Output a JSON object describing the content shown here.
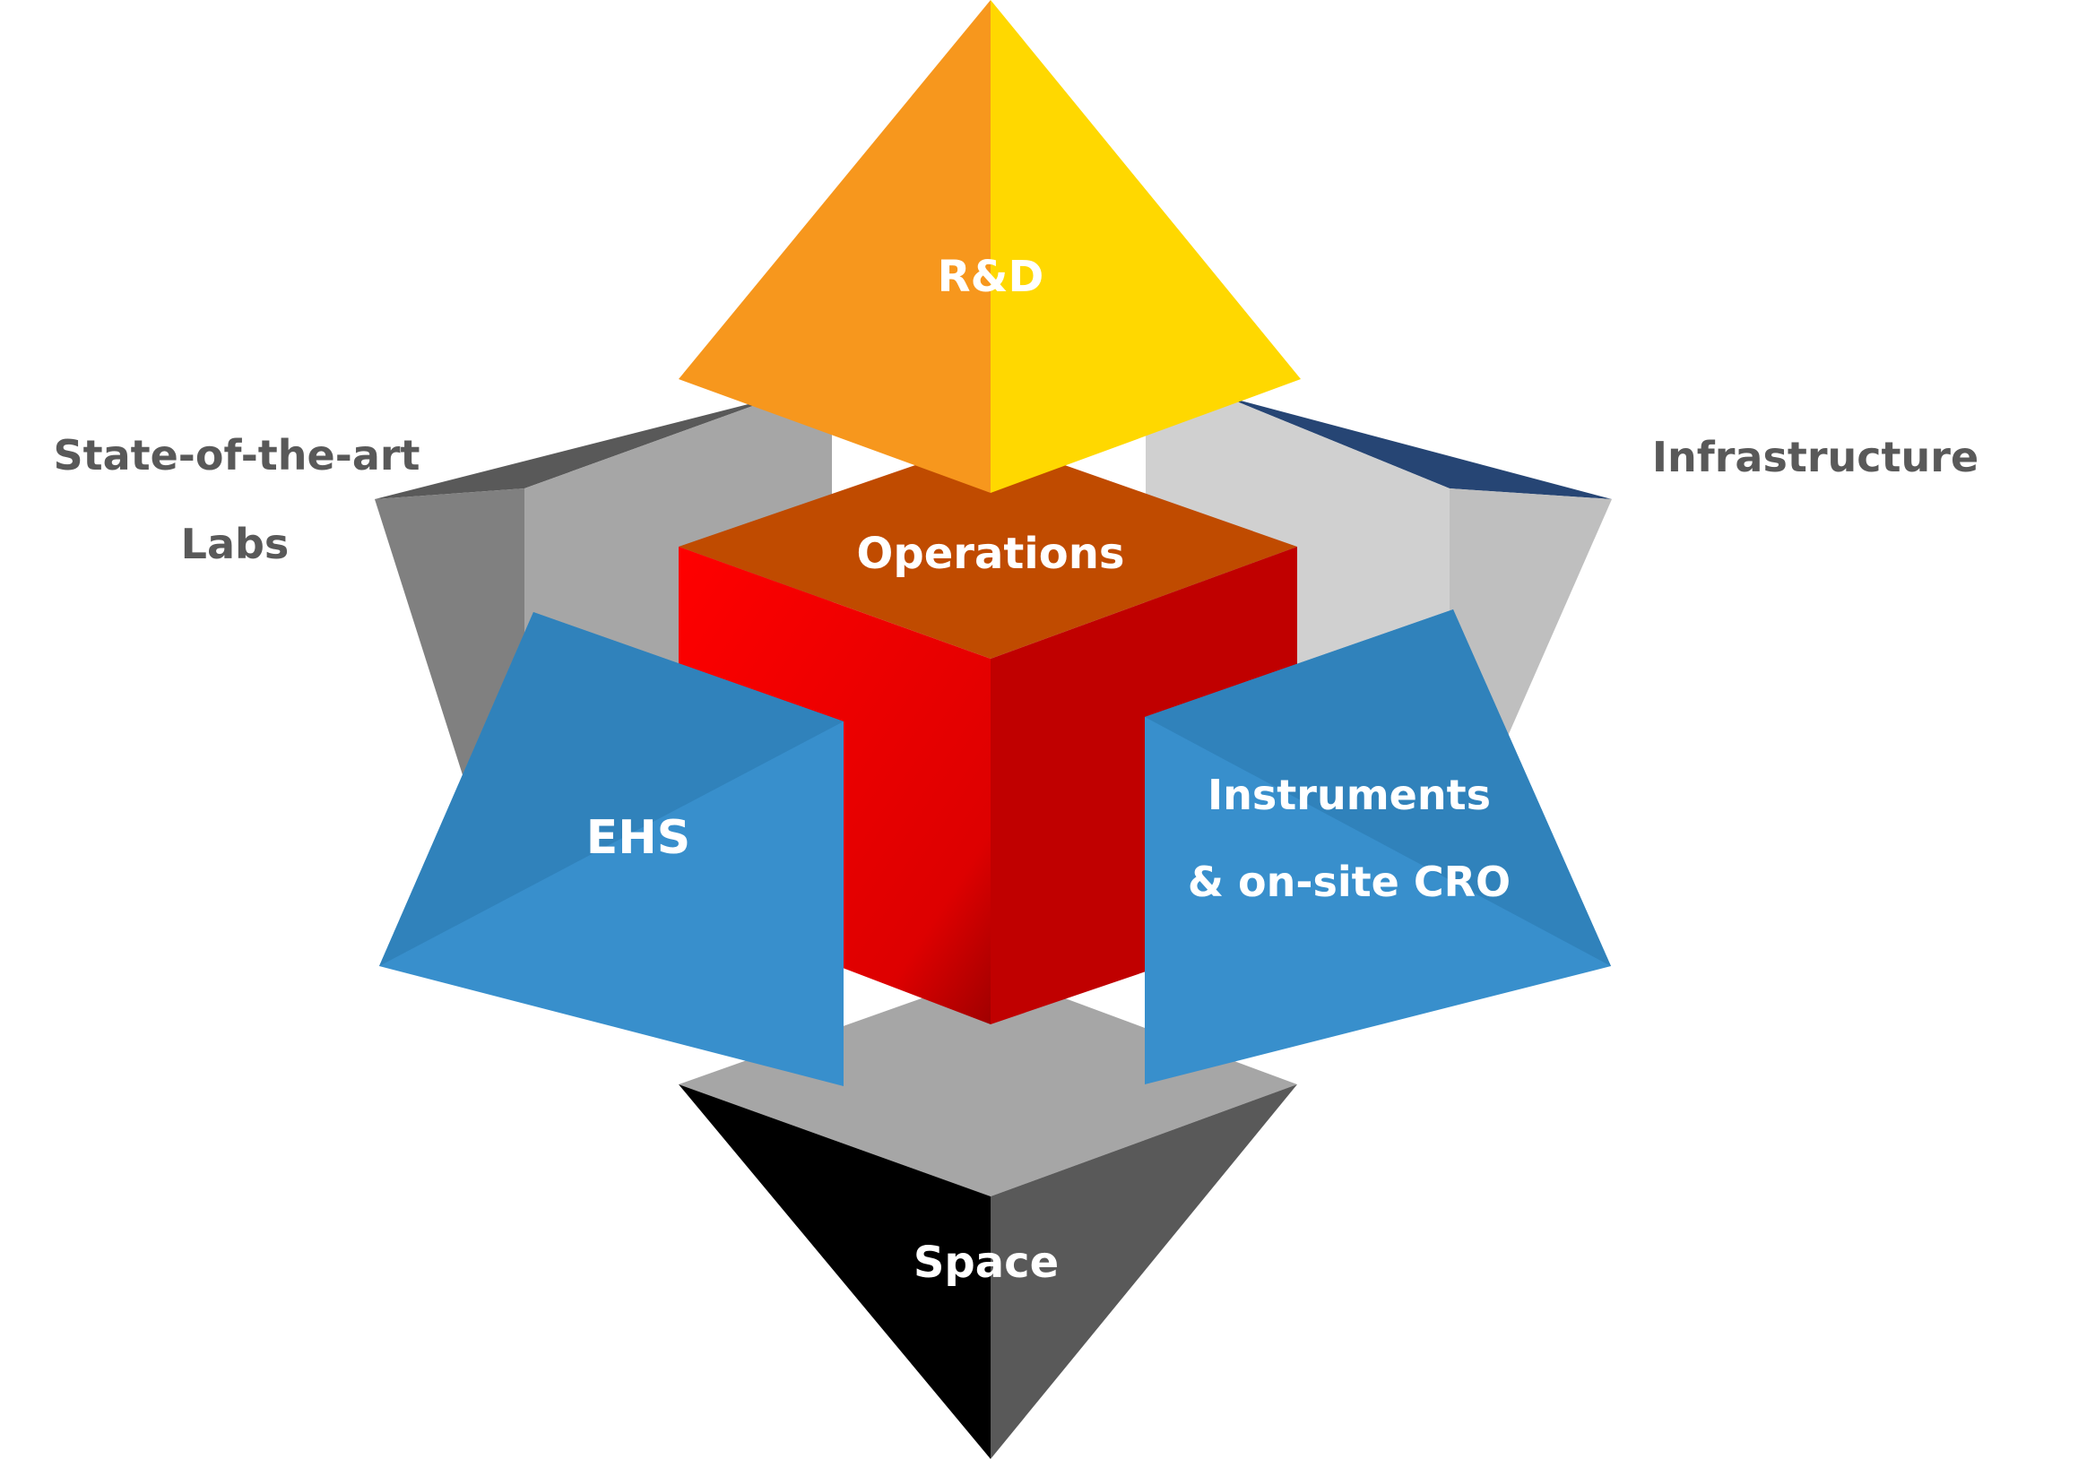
{
  "diagram": {
    "labels": {
      "rd": "R&D",
      "operations": "Operations",
      "ehs": "EHS",
      "instruments_line1": "Instruments",
      "instruments_line2": "& on-site CRO",
      "space": "Space",
      "labs_line1": "State-of-the-art",
      "labs_line2": "Labs",
      "infrastructure": "Infrastructure"
    },
    "colors": {
      "orange": "#f7971d",
      "yellow": "#ffd800",
      "red_light": "#ff0000",
      "red_dark": "#c00000",
      "brown": "#c04b00",
      "blue": "#388fcc",
      "blue_dark": "#3082bb",
      "black": "#000000",
      "dark_grey": "#595959",
      "mid_grey": "#a6a6a6",
      "light_grey": "#d0d0d0",
      "navy": "#264574"
    }
  }
}
